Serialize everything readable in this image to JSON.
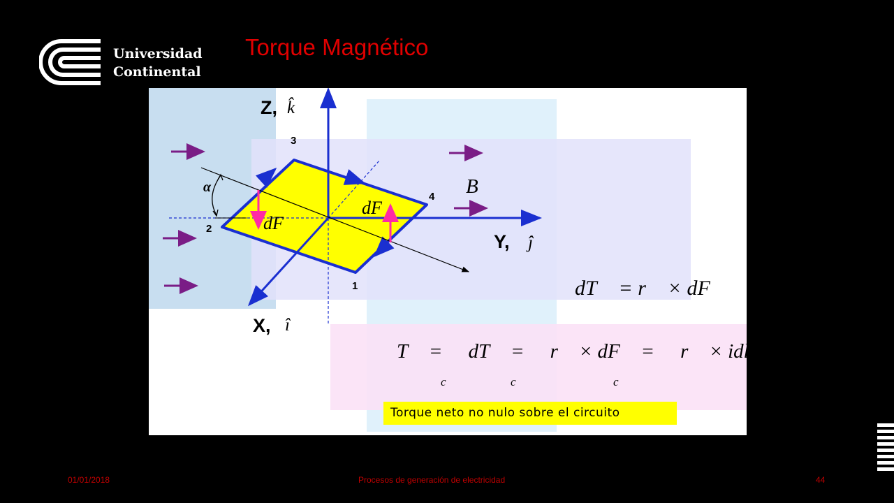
{
  "brand": {
    "name_line1": "Universidad",
    "name_line2": "Continental"
  },
  "slide": {
    "title": "Torque Magnético"
  },
  "figure": {
    "axis_z": "Z,",
    "axis_z_unit": "k̂",
    "axis_y": "Y,",
    "axis_y_unit": "ĵ",
    "axis_x": "X,",
    "axis_x_unit": "î",
    "corner_1": "1",
    "corner_2": "2",
    "corner_3": "3",
    "corner_4": "4",
    "angle": "α",
    "force_left": "dF⃗",
    "force_right": "dF⃗",
    "field": "B⃗",
    "eq_torque": "dT⃗ = r⃗ × dF⃗",
    "eq_int_1": "T⃗ = ∮ dT⃗ = ∮ r⃗ × dF⃗ = ∮ r⃗ × idl⃗ × B⃗",
    "eq_sub_1": "c",
    "eq_sub_2": "c",
    "eq_sub_3": "c",
    "callout": "Torque neto no nulo sobre el circuito"
  },
  "colors": {
    "title": "#e00000",
    "loop_fill": "#ffff00",
    "loop_edge": "#1a2fd0",
    "force_arrow": "#ff2aa6",
    "field_arrow": "#7a1d86",
    "footer_text": "#c00000"
  },
  "footer": {
    "date": "01/01/2018",
    "center": "Procesos de generación de electricidad",
    "page": "44"
  }
}
